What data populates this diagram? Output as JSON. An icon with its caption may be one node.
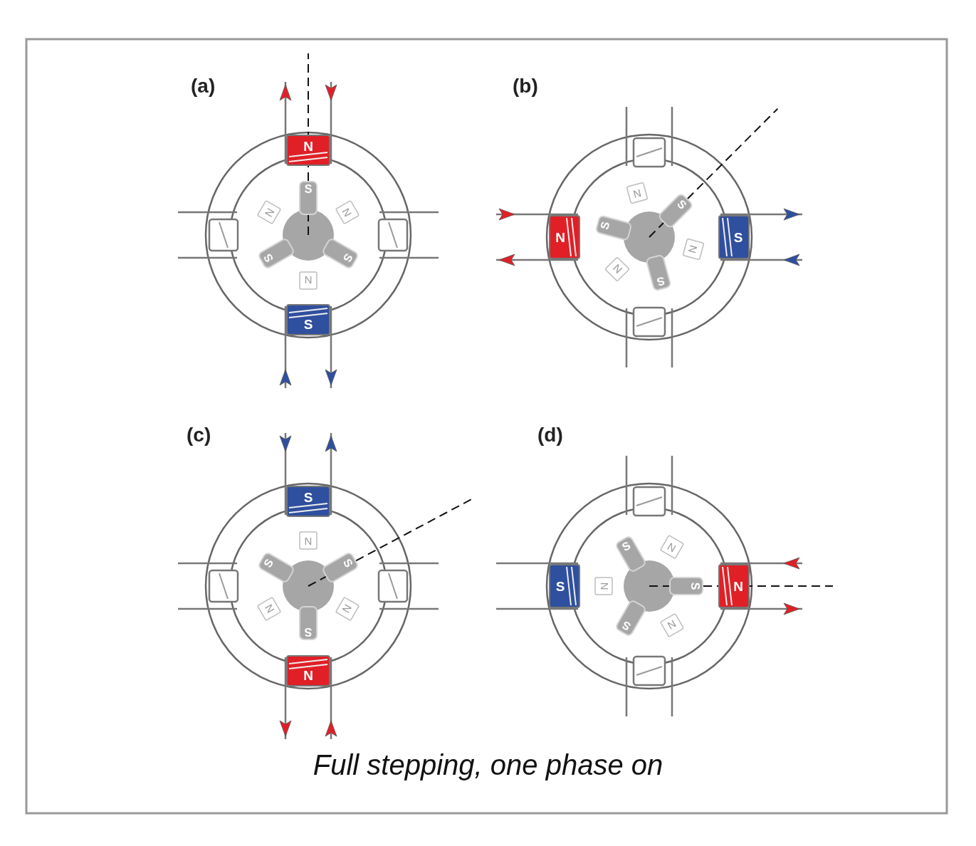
{
  "diagram": {
    "caption": "Full stepping, one phase on",
    "nodes": [
      {
        "text": [
          "N"
        ]
      },
      {
        "text": [
          "S"
        ]
      },
      {
        "text": [
          "N"
        ]
      },
      {
        "text": [
          "N"
        ]
      },
      {
        "text": [
          "S"
        ]
      },
      {
        "text": [
          "S"
        ]
      },
      {
        "text": [
          "N"
        ]
      },
      {
        "text": [
          "S"
        ]
      },
      {
        "text": [
          "N"
        ]
      },
      {
        "text": [
          "S"
        ]
      },
      {
        "text": [
          "N"
        ]
      },
      {
        "text": [
          "S"
        ]
      },
      {
        "text": [
          "N"
        ]
      },
      {
        "text": [
          "S"
        ]
      },
      {
        "text": [
          "N"
        ]
      },
      {
        "text": [
          "S"
        ]
      },
      {
        "text": [
          "S"
        ]
      },
      {
        "text": [
          "N"
        ]
      },
      {
        "text": [
          "S"
        ]
      },
      {
        "text": [
          "S"
        ]
      },
      {
        "text": [
          "N"
        ]
      },
      {
        "text": [
          "N"
        ]
      },
      {
        "text": [
          "S"
        ]
      },
      {
        "text": [
          "N"
        ]
      },
      {
        "text": [
          "S"
        ]
      },
      {
        "text": [
          "N"
        ]
      },
      {
        "text": [
          "S"
        ]
      },
      {
        "text": [
          "N"
        ]
      },
      {
        "text": [
          "S"
        ]
      },
      {
        "text": [
          "N"
        ]
      },
      {
        "text": [
          "S"
        ]
      },
      {
        "text": [
          "N"
        ]
      }
    ],
    "labels": [
      "(a)",
      "(b)",
      "(c)",
      "(d)"
    ]
  }
}
